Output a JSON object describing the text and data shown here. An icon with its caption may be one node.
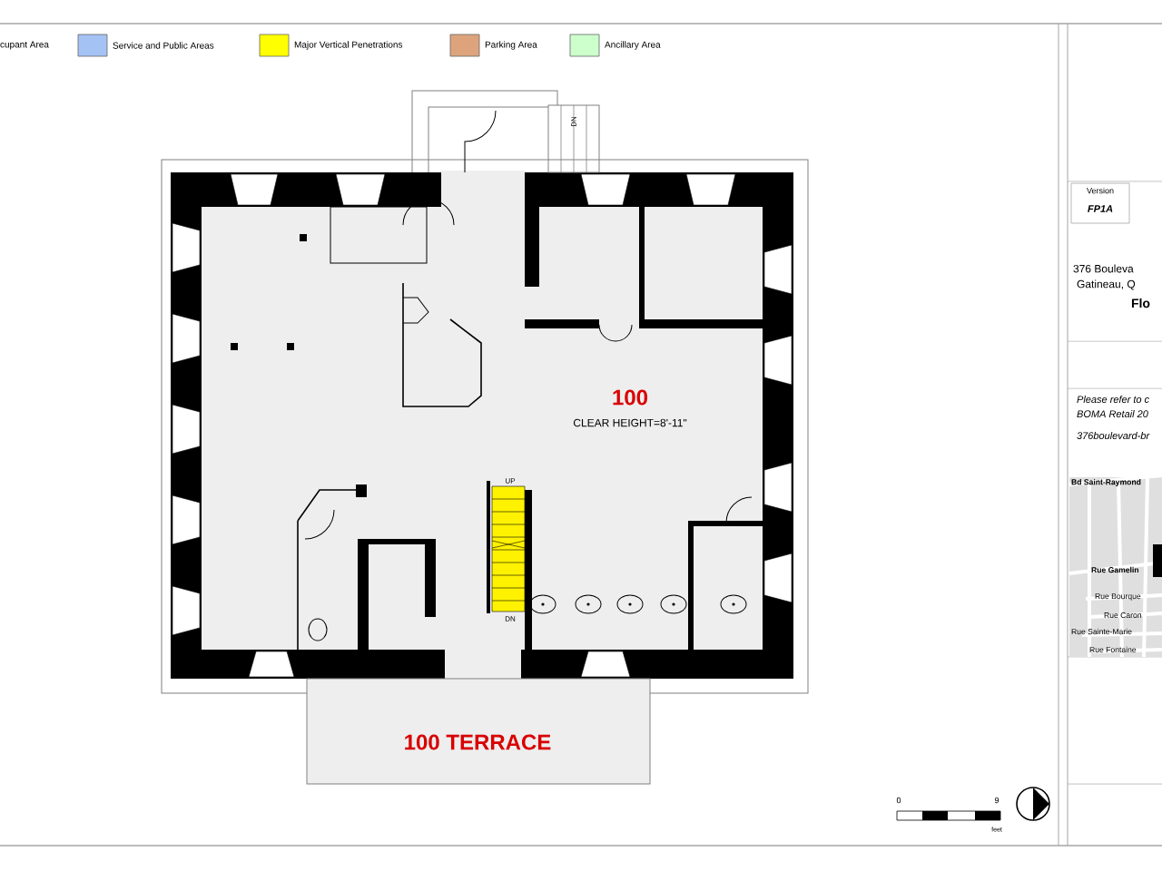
{
  "diagram": {
    "nodes": [
      {
        "text": [
          "100",
          "CLEAR HEIGHT=8'-11\""
        ]
      },
      {
        "text": [
          "100 TERRACE"
        ]
      },
      {
        "text": [
          "Version",
          "FP1A"
        ]
      }
    ],
    "labels": [
      "cupant Area",
      "DN",
      "UP",
      "DN",
      "0",
      "9",
      "feet",
      "376 Bouleva",
      "Gatineau, Q",
      "Flo",
      "Please refer to c",
      "BOMA Retail 20",
      "376boulevard-br",
      "Bd Saint-Raymond",
      "Rue Gamelin",
      "Rue Bourque",
      "Rue Caron",
      "Rue Sainte-Marie",
      "Rue Fontaine"
    ],
    "legend": [
      {
        "text": "Service and Public Areas",
        "color": "#a4c2f4"
      },
      {
        "text": "Major Vertical Penetrations",
        "color": "#ffff00"
      },
      {
        "text": "Parking Area",
        "color": "#dda47c"
      },
      {
        "text": "Ancillary Area",
        "color": "#ccffcc"
      }
    ]
  }
}
